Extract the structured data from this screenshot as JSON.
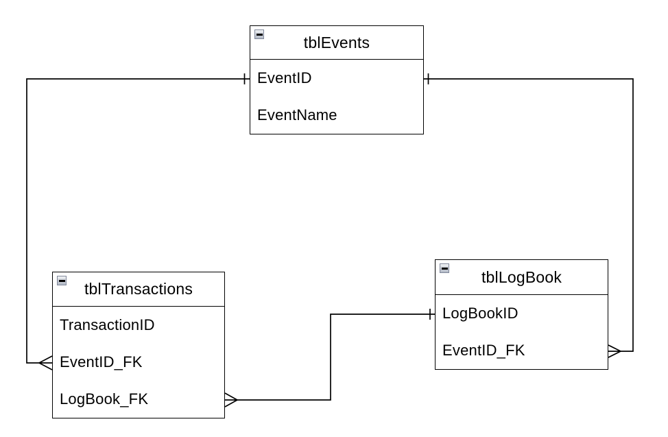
{
  "diagram": {
    "tables": [
      {
        "title": "tblEvents",
        "fields": [
          "EventID",
          "EventName"
        ]
      },
      {
        "title": "tblTransactions",
        "fields": [
          "TransactionID",
          "EventID_FK",
          "LogBook_FK"
        ]
      },
      {
        "title": "tblLogBook",
        "fields": [
          "LogBookID",
          "EventID_FK"
        ]
      }
    ],
    "relationships": [
      {
        "from_table": "tblEvents",
        "from_field": "EventID",
        "from_cardinality": "one",
        "to_table": "tblTransactions",
        "to_field": "EventID_FK",
        "to_cardinality": "many"
      },
      {
        "from_table": "tblEvents",
        "from_field": "EventID",
        "from_cardinality": "one",
        "to_table": "tblLogBook",
        "to_field": "EventID_FK",
        "to_cardinality": "many"
      },
      {
        "from_table": "tblLogBook",
        "from_field": "LogBookID",
        "from_cardinality": "one",
        "to_table": "tblTransactions",
        "to_field": "LogBook_FK",
        "to_cardinality": "many"
      }
    ],
    "icons": {
      "collapse": "minus-icon",
      "one_marker": "one-tick-icon",
      "many_marker": "crow-foot-many-icon"
    },
    "colors": {
      "line": "#000000",
      "table_border": "#000000",
      "table_background": "#ffffff",
      "text": "#000000",
      "button_face": "#c6ccd5",
      "button_border": "#80879a"
    }
  }
}
